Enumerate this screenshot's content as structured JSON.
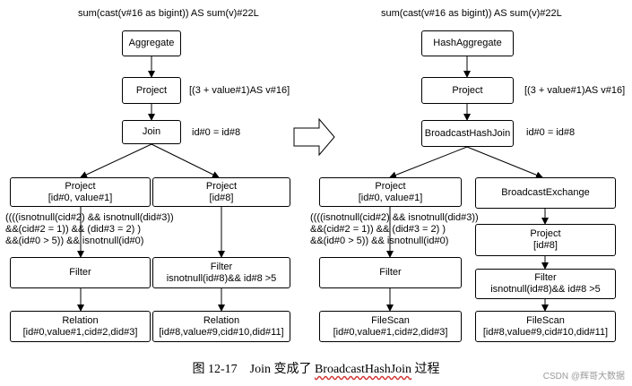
{
  "left": {
    "top_expr": "sum(cast(v#16 as bigint)) AS sum(v)#22L",
    "aggregate": "Aggregate",
    "project": "Project",
    "project_expr": "[(3 + value#1)AS v#16]",
    "join": "Join",
    "join_cond": "id#0 = id#8",
    "project_left": {
      "title": "Project",
      "detail": "[id#0, value#1]"
    },
    "project_right": {
      "title": "Project",
      "detail": "[id#8]"
    },
    "filter_cond": [
      "((((isnotnull(cid#2) && isnotnull(did#3))",
      "&&(cid#2 = 1)) && (did#3 = 2)  )",
      "&&(id#0 > 5)) && isnotnull(id#0)"
    ],
    "filter_left": "Filter",
    "filter_right": {
      "title": "Filter",
      "detail": "isnotnull(id#8)&& id#8 >5"
    },
    "relation_left": {
      "title": "Relation",
      "detail": "[id#0,value#1,cid#2,did#3]"
    },
    "relation_right": {
      "title": "Relation",
      "detail": "[id#8,value#9,cid#10,did#11]"
    }
  },
  "right": {
    "top_expr": "sum(cast(v#16 as bigint)) AS sum(v)#22L",
    "aggregate": "HashAggregate",
    "project": "Project",
    "project_expr": "[(3 + value#1)AS v#16]",
    "join": "BroadcastHashJoin",
    "join_cond": "id#0 = id#8",
    "project_left": {
      "title": "Project",
      "detail": "[id#0, value#1]"
    },
    "exchange": "BroadcastExchange",
    "project_right": {
      "title": "Project",
      "detail": "[id#8]"
    },
    "filter_cond": [
      "((((isnotnull(cid#2) && isnotnull(did#3))",
      "&&(cid#2 = 1)) && (did#3 = 2)  )",
      "&&(id#0 > 5)) && isnotnull(id#0)"
    ],
    "filter_left": "Filter",
    "filter_right": {
      "title": "Filter",
      "detail": "isnotnull(id#8)&& id#8 >5"
    },
    "scan_left": {
      "title": "FileScan",
      "detail": "[id#0,value#1,cid#2,did#3]"
    },
    "scan_right": {
      "title": "FileScan",
      "detail": "[id#8,value#9,cid#10,did#11]"
    }
  },
  "caption": {
    "prefix": "图 12-17    Join 变成了 ",
    "highlight": "BroadcastHashJoin",
    "suffix": " 过程"
  },
  "watermark": "CSDN @辉哥大数据"
}
